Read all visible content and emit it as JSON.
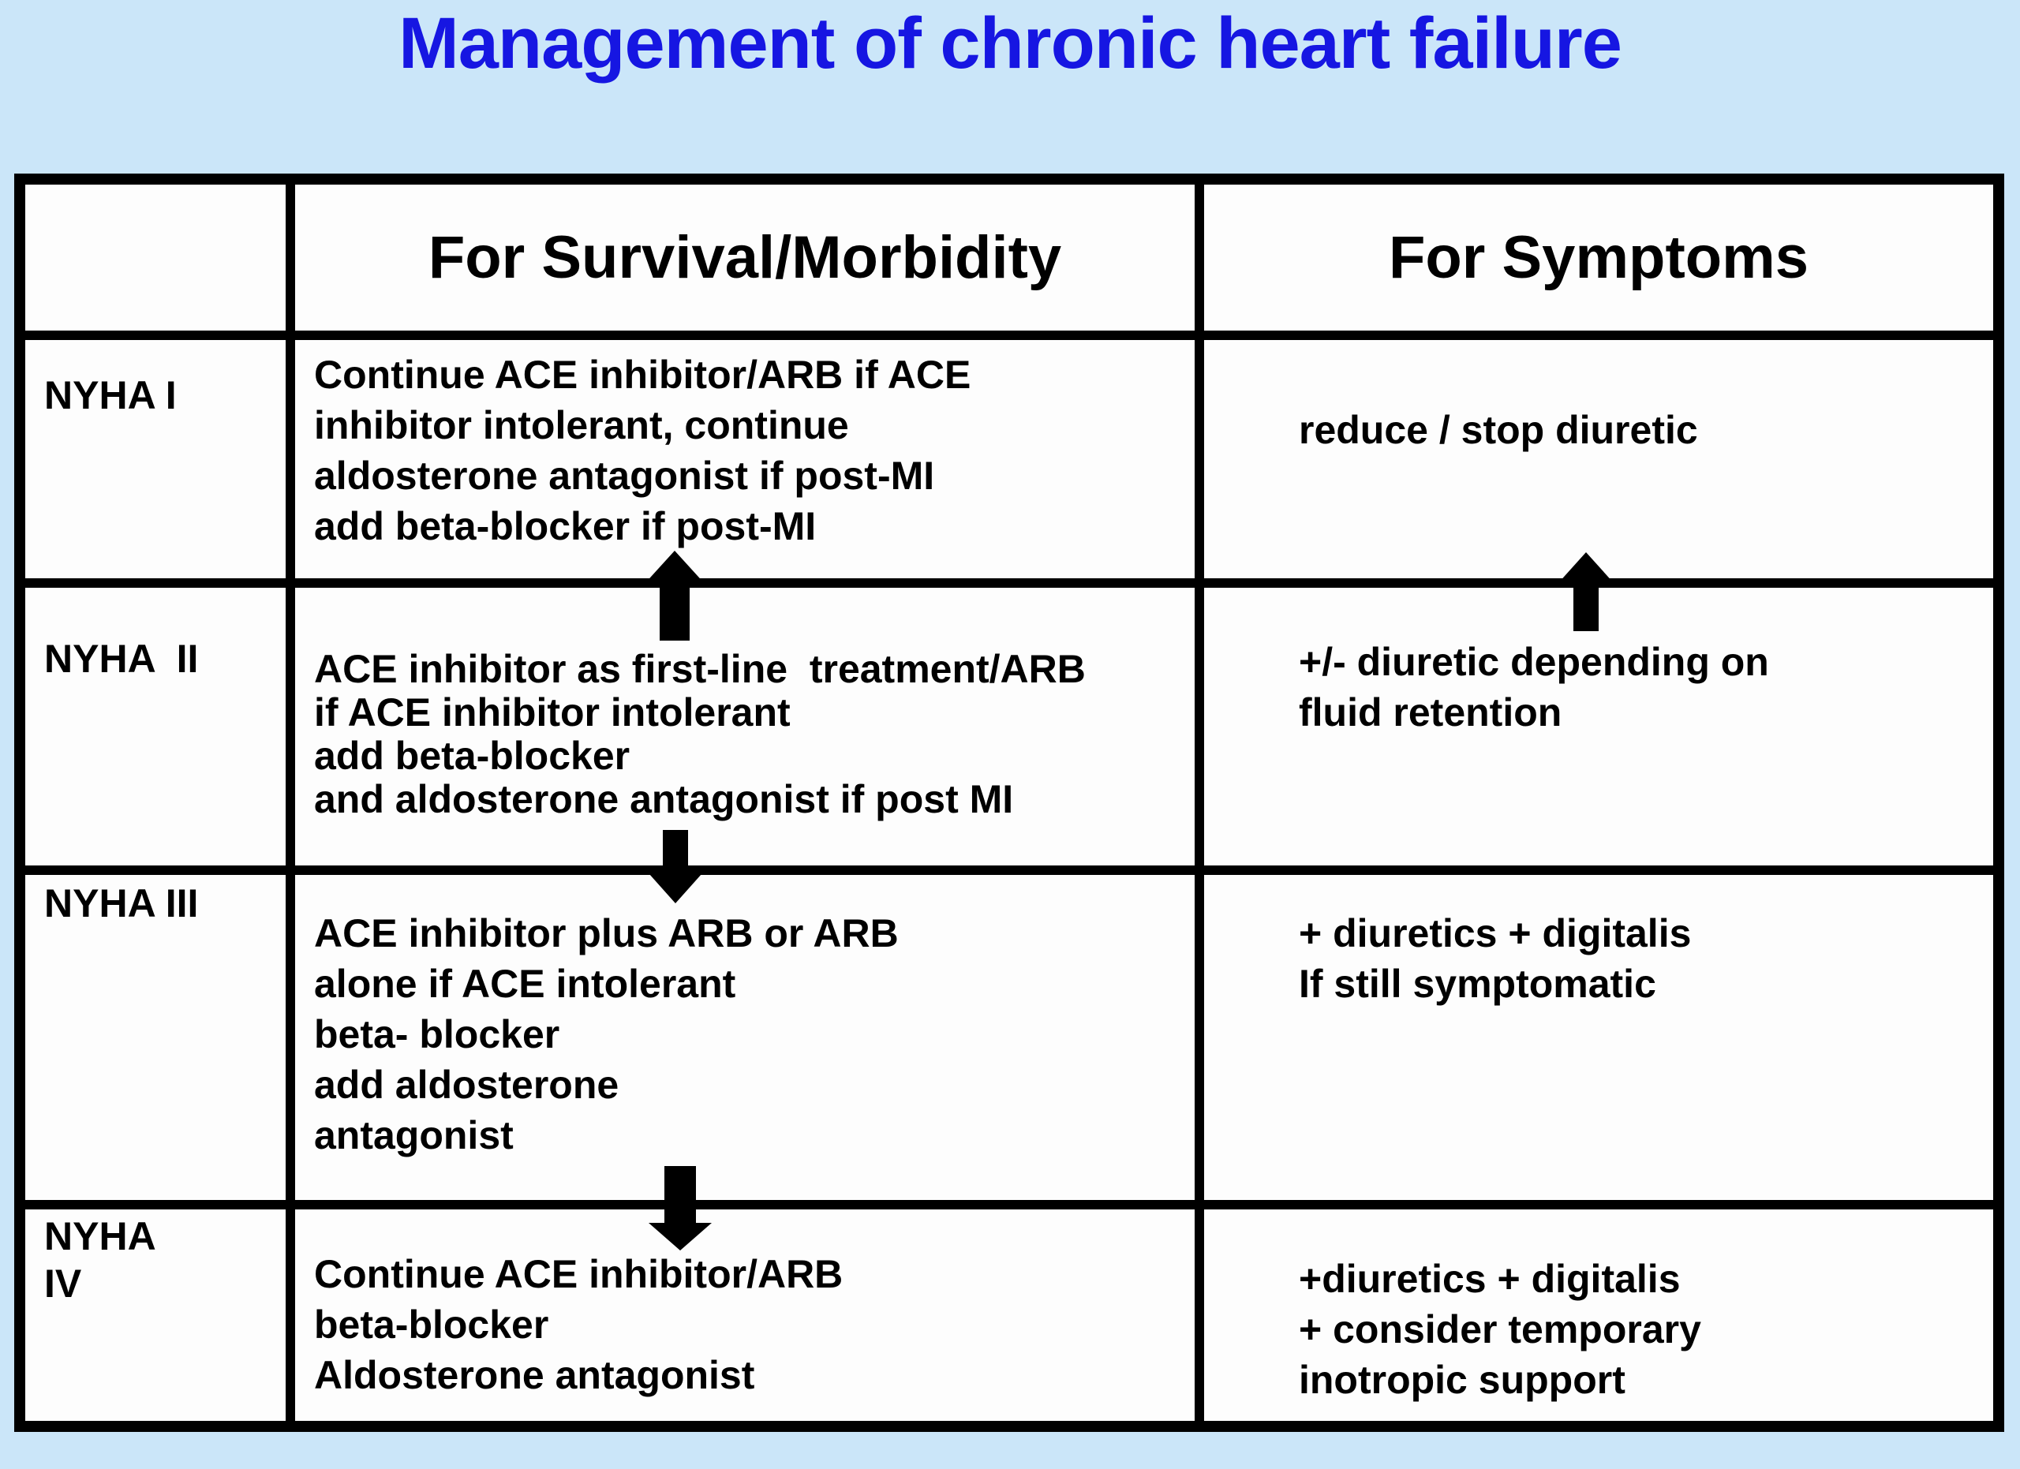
{
  "title": "Management of chronic heart failure",
  "colors": {
    "page_background": "#cbe6f9",
    "title_text": "#1616e2",
    "cell_background": "#fdfdfd",
    "table_border": "#000000",
    "body_text": "#000000",
    "arrow": "#000000"
  },
  "table": {
    "corner": "",
    "headers": {
      "survival": "For Survival/Morbidity",
      "symptoms": "For Symptoms"
    },
    "rows": [
      {
        "label": "NYHA I",
        "survival": "Continue ACE inhibitor/ARB if ACE\ninhibitor intolerant, continue\naldosterone antagonist if post-MI\nadd beta-blocker if post-MI",
        "symptoms": "reduce / stop diuretic"
      },
      {
        "label": "NYHA  II",
        "survival": "ACE inhibitor as first-line  treatment/ARB\nif ACE inhibitor intolerant\nadd beta-blocker\nand aldosterone antagonist if post MI",
        "symptoms": "+/- diuretic depending on\nfluid retention"
      },
      {
        "label": "NYHA III",
        "survival": "ACE inhibitor plus ARB or ARB\nalone if ACE intolerant\nbeta- blocker\nadd aldosterone\nantagonist",
        "symptoms": "+ diuretics + digitalis\nIf still symptomatic"
      },
      {
        "label": "NYHA\nIV",
        "survival": "Continue ACE inhibitor/ARB\nbeta-blocker\nAldosterone antagonist",
        "symptoms": "+diuretics + digitalis\n+ consider temporary\ninotropic support"
      }
    ]
  },
  "arrows": [
    {
      "icon": "up-arrow-icon",
      "column": "survival",
      "between": "NYHA II and NYHA I"
    },
    {
      "icon": "up-arrow-icon",
      "column": "symptoms",
      "between": "NYHA II and NYHA I"
    },
    {
      "icon": "down-arrow-icon",
      "column": "survival",
      "between": "NYHA II and NYHA III"
    },
    {
      "icon": "down-arrow-icon",
      "column": "survival",
      "between": "NYHA III and NYHA IV"
    }
  ]
}
